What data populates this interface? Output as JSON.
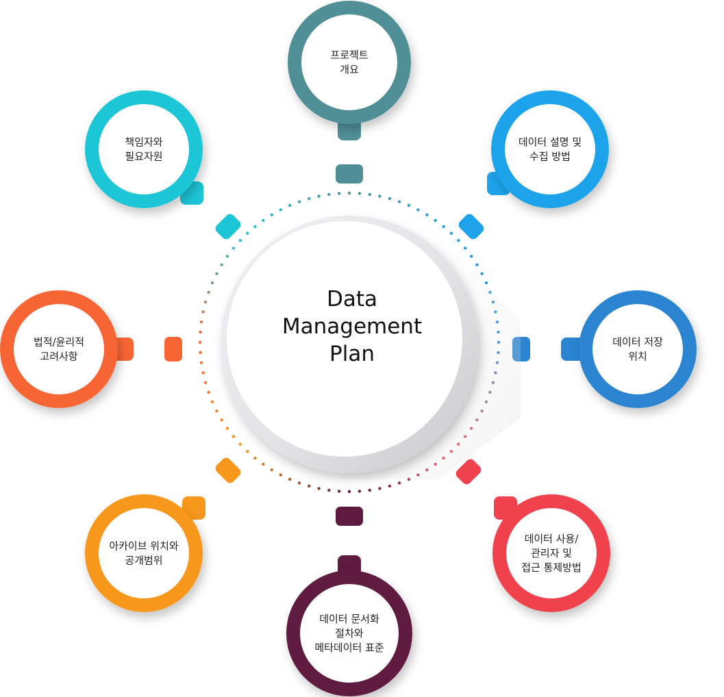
{
  "center": {
    "lines": [
      "Data",
      "Management",
      "Plan"
    ]
  },
  "nodes": [
    {
      "key": "overview",
      "lines": [
        "프로젝트",
        "개요"
      ],
      "color": "#518f97"
    },
    {
      "key": "data-desc",
      "lines": [
        "데이터 설명 및",
        "수집 방법"
      ],
      "color": "#1ea3ea"
    },
    {
      "key": "storage",
      "lines": [
        "데이터 저장",
        "위치"
      ],
      "color": "#2a84cf"
    },
    {
      "key": "access",
      "lines": [
        "데이터 사용/",
        "관리자 및",
        "접근 통제방법"
      ],
      "color": "#f0424e"
    },
    {
      "key": "documentation",
      "lines": [
        "데이터 문서화",
        "절차와",
        "메타데이터 표준"
      ],
      "color": "#5e1a3f"
    },
    {
      "key": "archive",
      "lines": [
        "아카이브 위치와",
        "공개범위"
      ],
      "color": "#f7981d"
    },
    {
      "key": "legal",
      "lines": [
        "법적/윤리적",
        "고려사항"
      ],
      "color": "#f86534"
    },
    {
      "key": "responsible",
      "lines": [
        "책임자와",
        "필요자원"
      ],
      "color": "#1cc6d6"
    }
  ]
}
